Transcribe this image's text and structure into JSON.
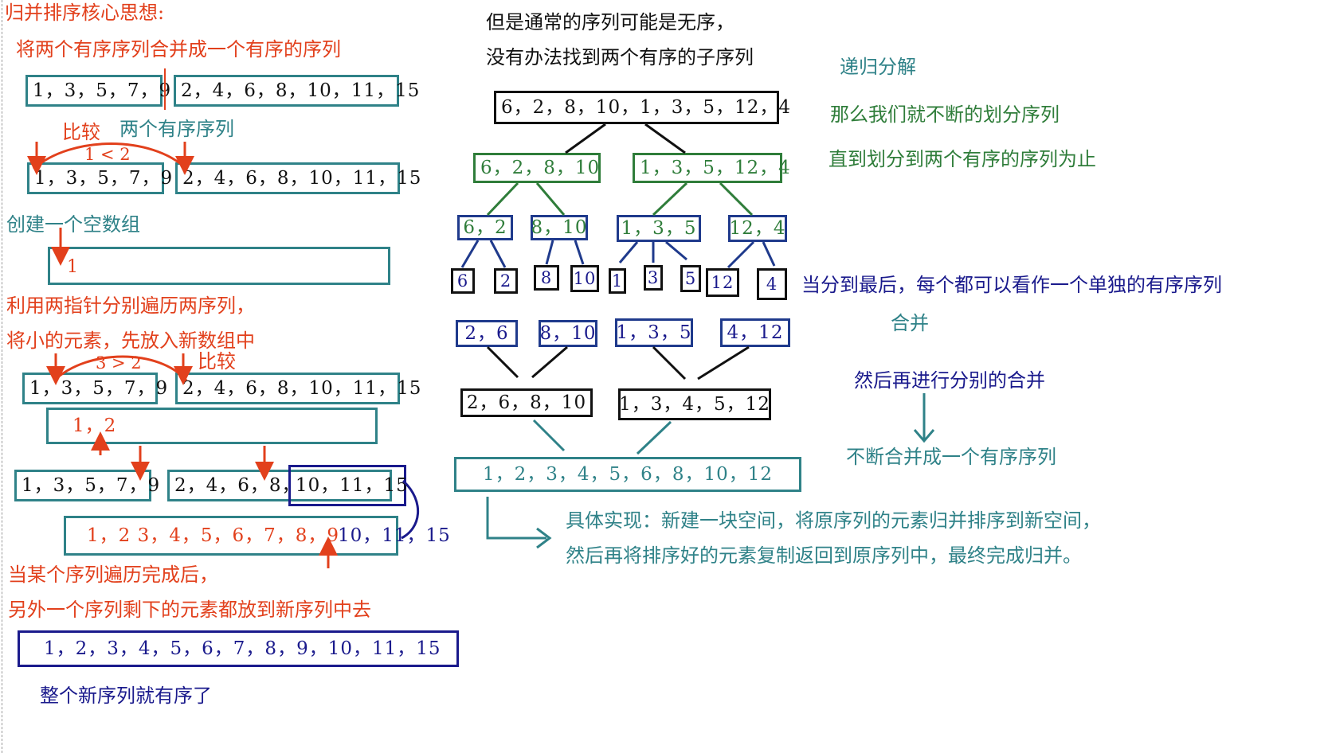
{
  "left": {
    "title": "归并排序核心思想:",
    "intro": "将两个有序序列合并成一个有序的序列",
    "seqA": "1，3，5，7，9",
    "seqB": "2，4，6，8，10，11，15",
    "compare_label": "比较",
    "two_sorted_label": "两个有序序列",
    "cmp1": "1 < 2",
    "seqA2": "1，3，5，7，9",
    "seqB2": "2，4，6，8，10，11，15",
    "create_empty": "创建一个空数组",
    "empty_first": "1",
    "pointers_line1": "利用两指针分别遍历两序列，",
    "pointers_line2": "将小的元素，先放入新数组中",
    "cmp2": "3 > 2",
    "compare_label2": "比较",
    "seqA3": "1，3，5，7，9",
    "seqB3": "2，4，6，8，10，11，15",
    "new_arr2": "1，2",
    "seqA4": "1，3，5，7，9",
    "seqB4_head": "2，4，6，8，",
    "seqB4_tail": "10，11，15",
    "merged_a": "1，2  3，4，5，6，7，8，9",
    "merged_b": "10，11，15",
    "finish_line1": "当某个序列遍历完成后，",
    "finish_line2": "另外一个序列剩下的元素都放到新序列中去",
    "final": "1，2，3，4，5，6，7，8，9，10，11，15",
    "final_note": "整个新序列就有序了"
  },
  "right": {
    "top_line1": "但是通常的序列可能是无序，",
    "top_line2": "没有办法找到两个有序的子序列",
    "recursive": "递归分解",
    "divide1": "那么我们就不断的划分序列",
    "divide2": "直到划分到两个有序的序列为止",
    "root": "6，2，8，10，1，3，5，12，4",
    "l1_left": "6，2，8，10",
    "l1_right": "1，3，5，12，4",
    "l2": [
      "6，2",
      "8，10",
      "1，3，5",
      "12，4"
    ],
    "leaves": [
      "6",
      "2",
      "8",
      "10",
      "1",
      "3",
      "5",
      "12",
      "4"
    ],
    "leaf_note": "当分到最后，每个都可以看作一个单独的有序序列",
    "merge_label": "合并",
    "m1": [
      "2，6",
      "8，10",
      "1，3，5",
      "4，12"
    ],
    "m2_left": "2，6，8，10",
    "m2_right": "1，3，4，5，12",
    "then_merge": "然后再进行分别的合并",
    "keep_merge": "不断合并成一个有序序列",
    "result": "1，2，3，4，5，6，8，10，12",
    "impl1": "具体实现：新建一块空间，将原序列的元素归并排序到新空间，",
    "impl2": "然后再将排序好的元素复制返回到原序列中，最终完成归并。"
  },
  "colors": {
    "red": "#e2401c",
    "teal": "#2f8288",
    "green": "#2f7d3a",
    "navy": "#1a1a8c",
    "black": "#111111"
  }
}
